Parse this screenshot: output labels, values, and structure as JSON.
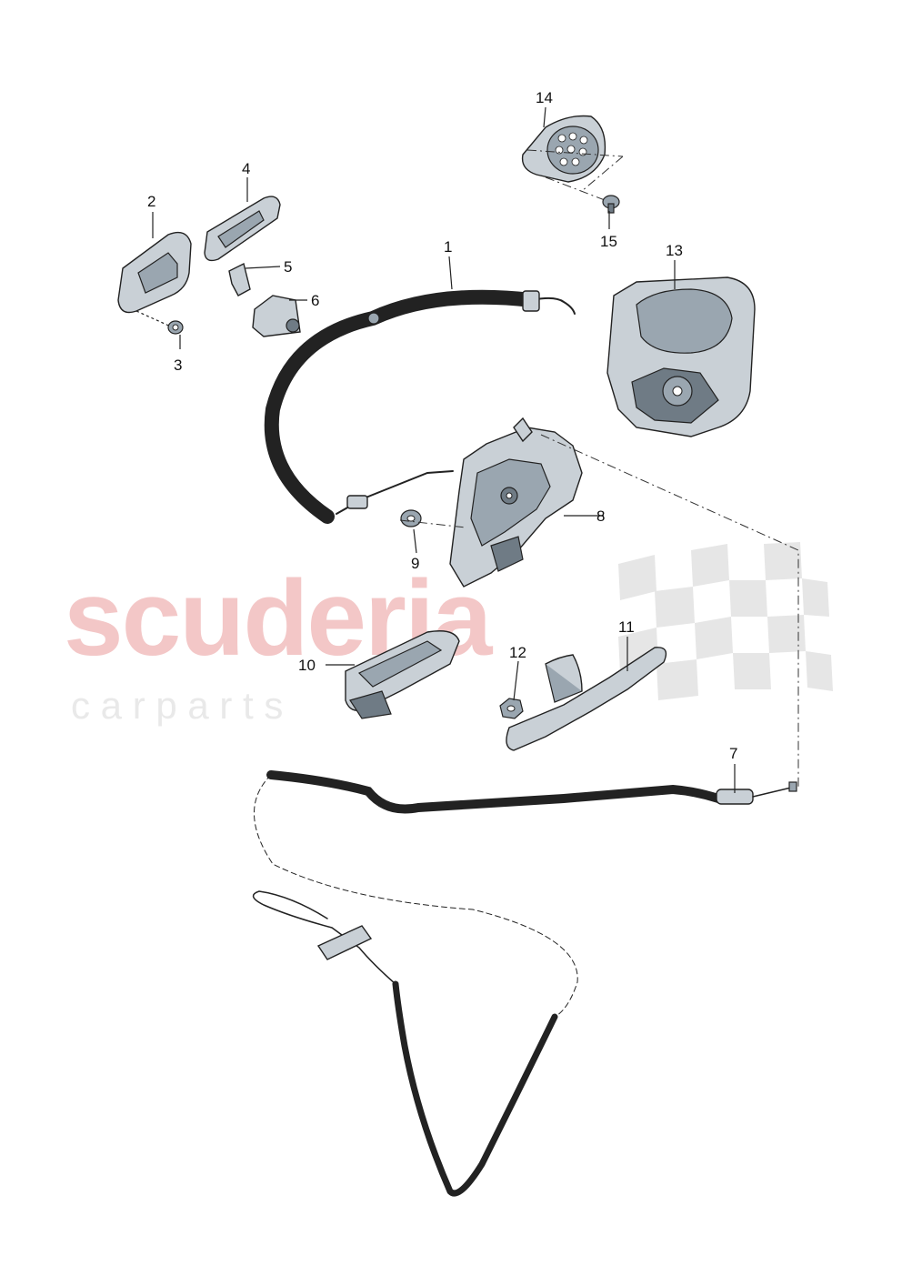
{
  "watermark": {
    "line1": "scuderia",
    "line2": "c a r   p a r t s"
  },
  "callouts": {
    "n1": "1",
    "n2": "2",
    "n3": "3",
    "n4": "4",
    "n5": "5",
    "n6": "6",
    "n7": "7",
    "n8": "8",
    "n9": "9",
    "n10": "10",
    "n11": "11",
    "n12": "12",
    "n13": "13",
    "n14": "14",
    "n15": "15"
  },
  "colors": {
    "watermark_red": "#f3c7c7",
    "part_fill": "#c9d0d6",
    "line": "#222222"
  }
}
